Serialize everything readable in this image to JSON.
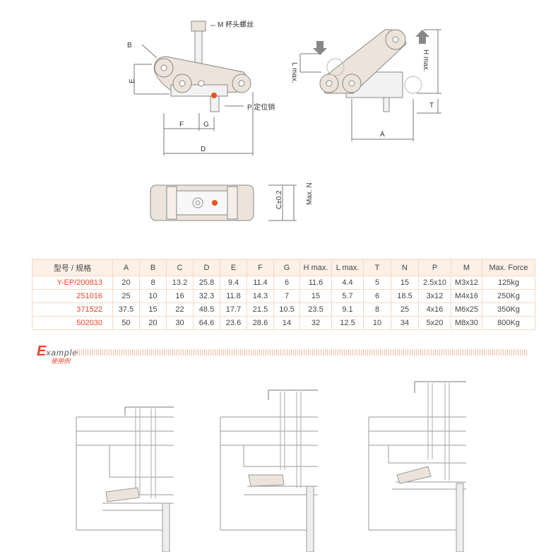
{
  "diagram_labels": {
    "m_screw": "M 杯头螺丝",
    "b": "B",
    "e": "E",
    "p_pin": "P 定位销",
    "f": "F",
    "g": "G",
    "d": "D",
    "l_max": "L max.",
    "h_max": "H max.",
    "t": "T",
    "a": "A",
    "c": "C±0.2",
    "max_n": "Max. N"
  },
  "table": {
    "headers": [
      "型号 / 规格",
      "A",
      "B",
      "C",
      "D",
      "E",
      "F",
      "G",
      "H max.",
      "L max.",
      "T",
      "N",
      "P",
      "M",
      "Max. Force"
    ],
    "rows": [
      [
        "Y-EP/200813",
        "20",
        "8",
        "13.2",
        "25.8",
        "9.4",
        "11.4",
        "6",
        "11.6",
        "4.4",
        "5",
        "15",
        "2.5x10",
        "M3x12",
        "125kg"
      ],
      [
        "251016",
        "25",
        "10",
        "16",
        "32.3",
        "11.8",
        "14.3",
        "7",
        "15",
        "5.7",
        "6",
        "18.5",
        "3x12",
        "M4x16",
        "250Kg"
      ],
      [
        "371522",
        "37.5",
        "15",
        "22",
        "48.5",
        "17.7",
        "21.5",
        "10.5",
        "23.5",
        "9.1",
        "8",
        "25",
        "4x16",
        "M6x25",
        "350Kg"
      ],
      [
        "502030",
        "50",
        "20",
        "30",
        "64.6",
        "23.6",
        "28.6",
        "14",
        "32",
        "12.5",
        "10",
        "34",
        "5x20",
        "M8x30",
        "800Kg"
      ]
    ]
  },
  "example": {
    "initial": "E",
    "rest": "xample",
    "cn": "使用例"
  },
  "colors": {
    "accent": "#e8452a",
    "border": "#f3d9c8",
    "part": "#ece3da"
  }
}
